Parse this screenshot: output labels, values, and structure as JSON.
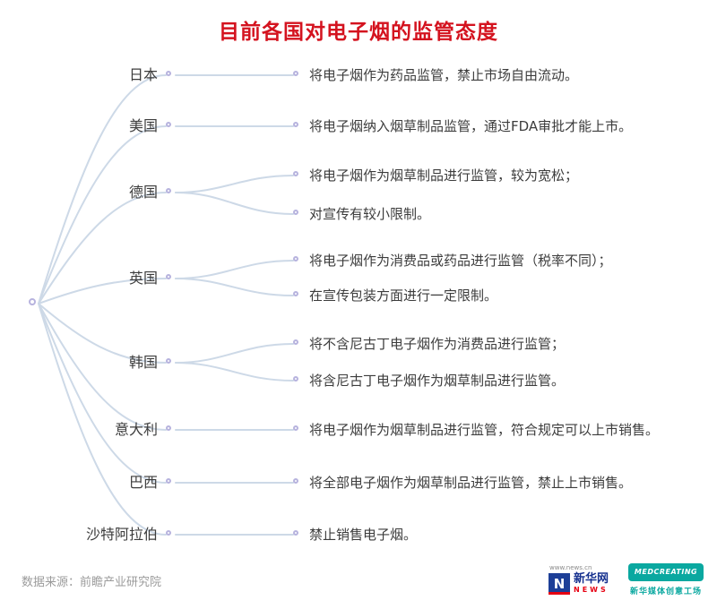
{
  "title": "目前各国对电子烟的监管态度",
  "diagram": {
    "nodes": [
      {
        "label": "日本",
        "details": [
          "将电子烟作为药品监管，禁止市场自由流动。"
        ]
      },
      {
        "label": "美国",
        "details": [
          "将电子烟纳入烟草制品监管，通过FDA审批才能上市。"
        ]
      },
      {
        "label": "德国",
        "details": [
          "将电子烟作为烟草制品进行监管，较为宽松；",
          "对宣传有较小限制。"
        ]
      },
      {
        "label": "英国",
        "details": [
          "将电子烟作为消费品或药品进行监管（税率不同）；",
          "在宣传包装方面进行一定限制。"
        ]
      },
      {
        "label": "韩国",
        "details": [
          "将不含尼古丁电子烟作为消费品进行监管；",
          "将含尼古丁电子烟作为烟草制品进行监管。"
        ]
      },
      {
        "label": "意大利",
        "details": [
          "将电子烟作为烟草制品进行监管，符合规定可以上市销售。"
        ]
      },
      {
        "label": "巴西",
        "details": [
          "将全部电子烟作为烟草制品进行监管，禁止上市销售。"
        ]
      },
      {
        "label": "沙特阿拉伯",
        "details": [
          "禁止销售电子烟。"
        ]
      }
    ]
  },
  "footer": {
    "source": "数据来源：前瞻产业研究院",
    "xinhua": {
      "url": "www.news.cn",
      "mark": "N",
      "name": "新华网",
      "sub": "NEWS"
    },
    "medcreating": {
      "badge": "MEDCREATING",
      "caption": "新华媒体创意工场"
    }
  },
  "colors": {
    "title_red": "#d4131f",
    "connector_line": "#cdd9e7",
    "node_ring": "#b7b3de",
    "body_text": "#3c3c3c",
    "source_gray": "#9b9b9b",
    "xinhua_blue": "#1d3f97",
    "medcreating_teal": "#0aa8a0"
  }
}
